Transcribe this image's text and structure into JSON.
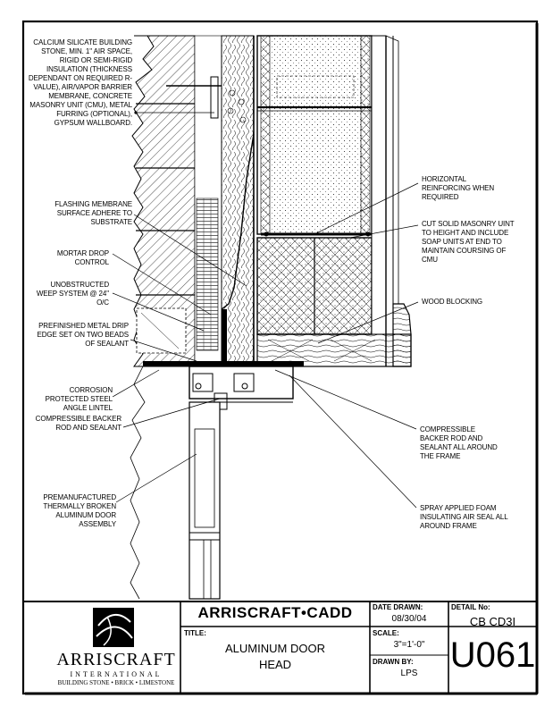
{
  "callouts_left": [
    "CALCIUM SILICATE BUILDING STONE, MIN. 1\" AIR SPACE, RIGID OR SEMI-RIGID INSULATION (THICKNESS DEPENDANT ON REQUIRED R-VALUE), AIR/VAPOR BARRIER MEMBRANE, CONCRETE MASONRY UNIT (CMU), METAL FURRING (OPTIONAL), GYPSUM WALLBOARD.",
    "FLASHING MEMBRANE SURFACE ADHERE TO SUBSTRATE",
    "MORTAR DROP CONTROL",
    "UNOBSTRUCTED WEEP SYSTEM @ 24\" O/C",
    "PREFINISHED METAL DRIP EDGE SET ON TWO BEADS OF SEALANT",
    "CORROSION PROTECTED STEEL ANGLE LINTEL",
    "COMPRESSIBLE BACKER ROD AND SEALANT",
    "PREMANUFACTURED THERMALLY BROKEN ALUMINUM DOOR ASSEMBLY"
  ],
  "callouts_right": [
    "HORIZONTAL REINFORCING WHEN REQUIRED",
    "CUT SOLID MASONRY UINT TO HEIGHT AND INCLUDE SOAP UNITS AT END TO MAINTAIN COURSING OF CMU",
    "WOOD BLOCKING",
    "COMPRESSIBLE BACKER ROD AND SEALANT ALL AROUND THE FRAME",
    "SPRAY APPLIED FOAM INSULATING AIR SEAL ALL AROUND FRAME"
  ],
  "title_block": {
    "brand": "ARRISCRAFT•CADD",
    "logo_name": "ARRISCRAFT",
    "logo_sub": "INTERNATIONAL",
    "logo_tag": "BUILDING STONE • BRICK • LIMESTONE",
    "title_label": "TITLE:",
    "title_line1": "ALUMINUM DOOR",
    "title_line2": "HEAD",
    "date_label": "DATE DRAWN:",
    "date_value": "08/30/04",
    "scale_label": "SCALE:",
    "scale_value": "3\"=1'-0\"",
    "drawn_label": "DRAWN BY:",
    "drawn_value": "LPS",
    "detail_label": "DETAIL No:",
    "detail_code": "CB CD3I",
    "detail_number": "U061"
  }
}
